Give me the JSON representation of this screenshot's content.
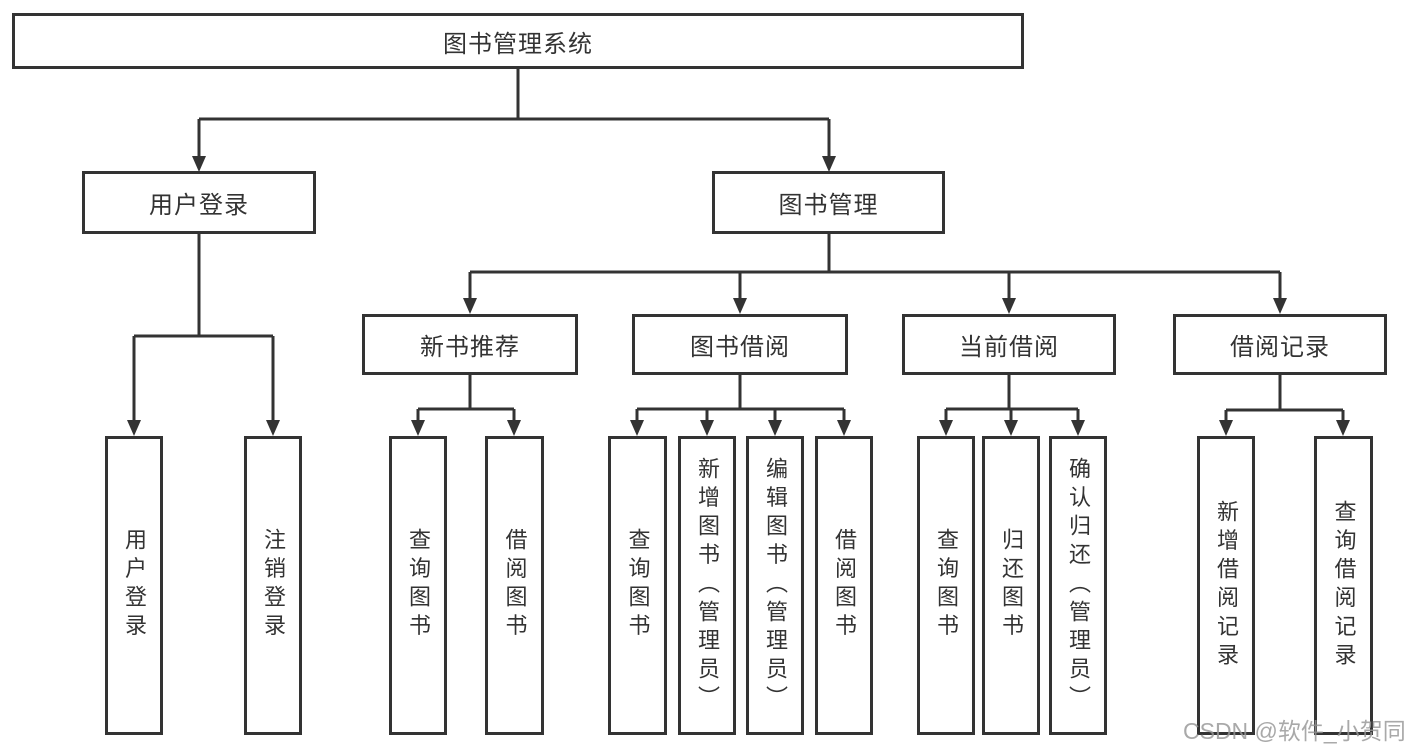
{
  "diagram": {
    "root": {
      "label": "图书管理系统"
    },
    "branches": [
      {
        "label": "用户登录",
        "children": [
          {
            "label": "用户登录"
          },
          {
            "label": "注销登录"
          }
        ]
      },
      {
        "label": "图书管理",
        "children": [
          {
            "label": "新书推荐",
            "children": [
              {
                "label": "查询图书"
              },
              {
                "label": "借阅图书"
              }
            ]
          },
          {
            "label": "图书借阅",
            "children": [
              {
                "label": "查询图书"
              },
              {
                "label": "新增图书（管理员）"
              },
              {
                "label": "编辑图书（管理员）"
              },
              {
                "label": "借阅图书"
              }
            ]
          },
          {
            "label": "当前借阅",
            "children": [
              {
                "label": "查询图书"
              },
              {
                "label": "归还图书"
              },
              {
                "label": "确认归还（管理员）"
              }
            ]
          },
          {
            "label": "借阅记录",
            "children": [
              {
                "label": "新增借阅记录"
              },
              {
                "label": "查询借阅记录"
              }
            ]
          }
        ]
      }
    ]
  },
  "watermark": {
    "text": "CSDN @软件_小贺同学"
  },
  "colors": {
    "line": "#333333",
    "text": "#333333",
    "box_background": "#ffffff",
    "page_background": "#ffffff",
    "watermark": "#969696"
  }
}
